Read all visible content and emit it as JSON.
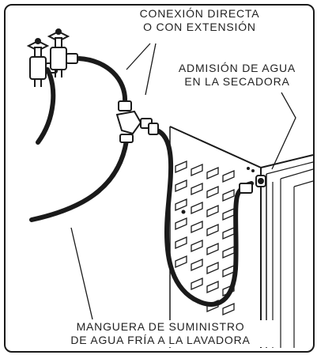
{
  "labels": {
    "direct_connection": [
      "CONEXIÓN DIRECTA",
      "O CON EXTENSIÓN"
    ],
    "dryer_inlet": [
      "ADMISIÓN DE AGUA",
      "EN LA SECADORA"
    ],
    "washer_hose": [
      "MANGUERA DE SUMINISTRO",
      "DE AGUA FRÍA A LA LAVADORA"
    ]
  }
}
